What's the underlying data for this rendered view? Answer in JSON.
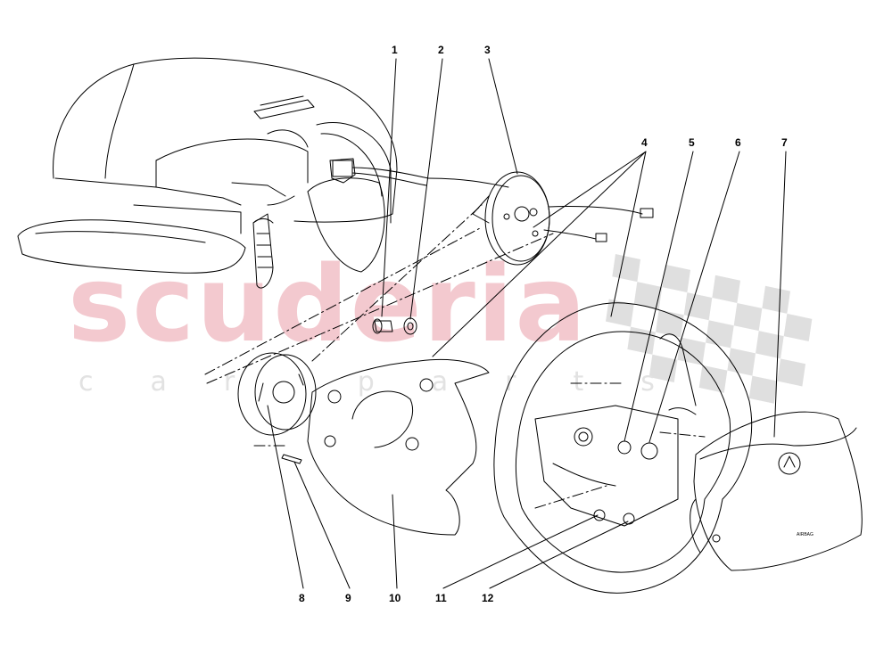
{
  "watermark": {
    "brand": "scuderia",
    "sub": "car parts",
    "checker_color": "#d9d9d9",
    "brand_color": "#f3c9cf"
  },
  "airbag_module": {
    "emblem_text": "AIRBAG"
  },
  "callouts": [
    {
      "id": "1",
      "label": "1"
    },
    {
      "id": "2",
      "label": "2"
    },
    {
      "id": "3",
      "label": "3"
    },
    {
      "id": "4",
      "label": "4"
    },
    {
      "id": "5",
      "label": "5"
    },
    {
      "id": "6",
      "label": "6"
    },
    {
      "id": "7",
      "label": "7"
    },
    {
      "id": "8",
      "label": "8"
    },
    {
      "id": "9",
      "label": "9"
    },
    {
      "id": "10",
      "label": "10"
    },
    {
      "id": "11",
      "label": "11"
    },
    {
      "id": "12",
      "label": "12"
    }
  ]
}
